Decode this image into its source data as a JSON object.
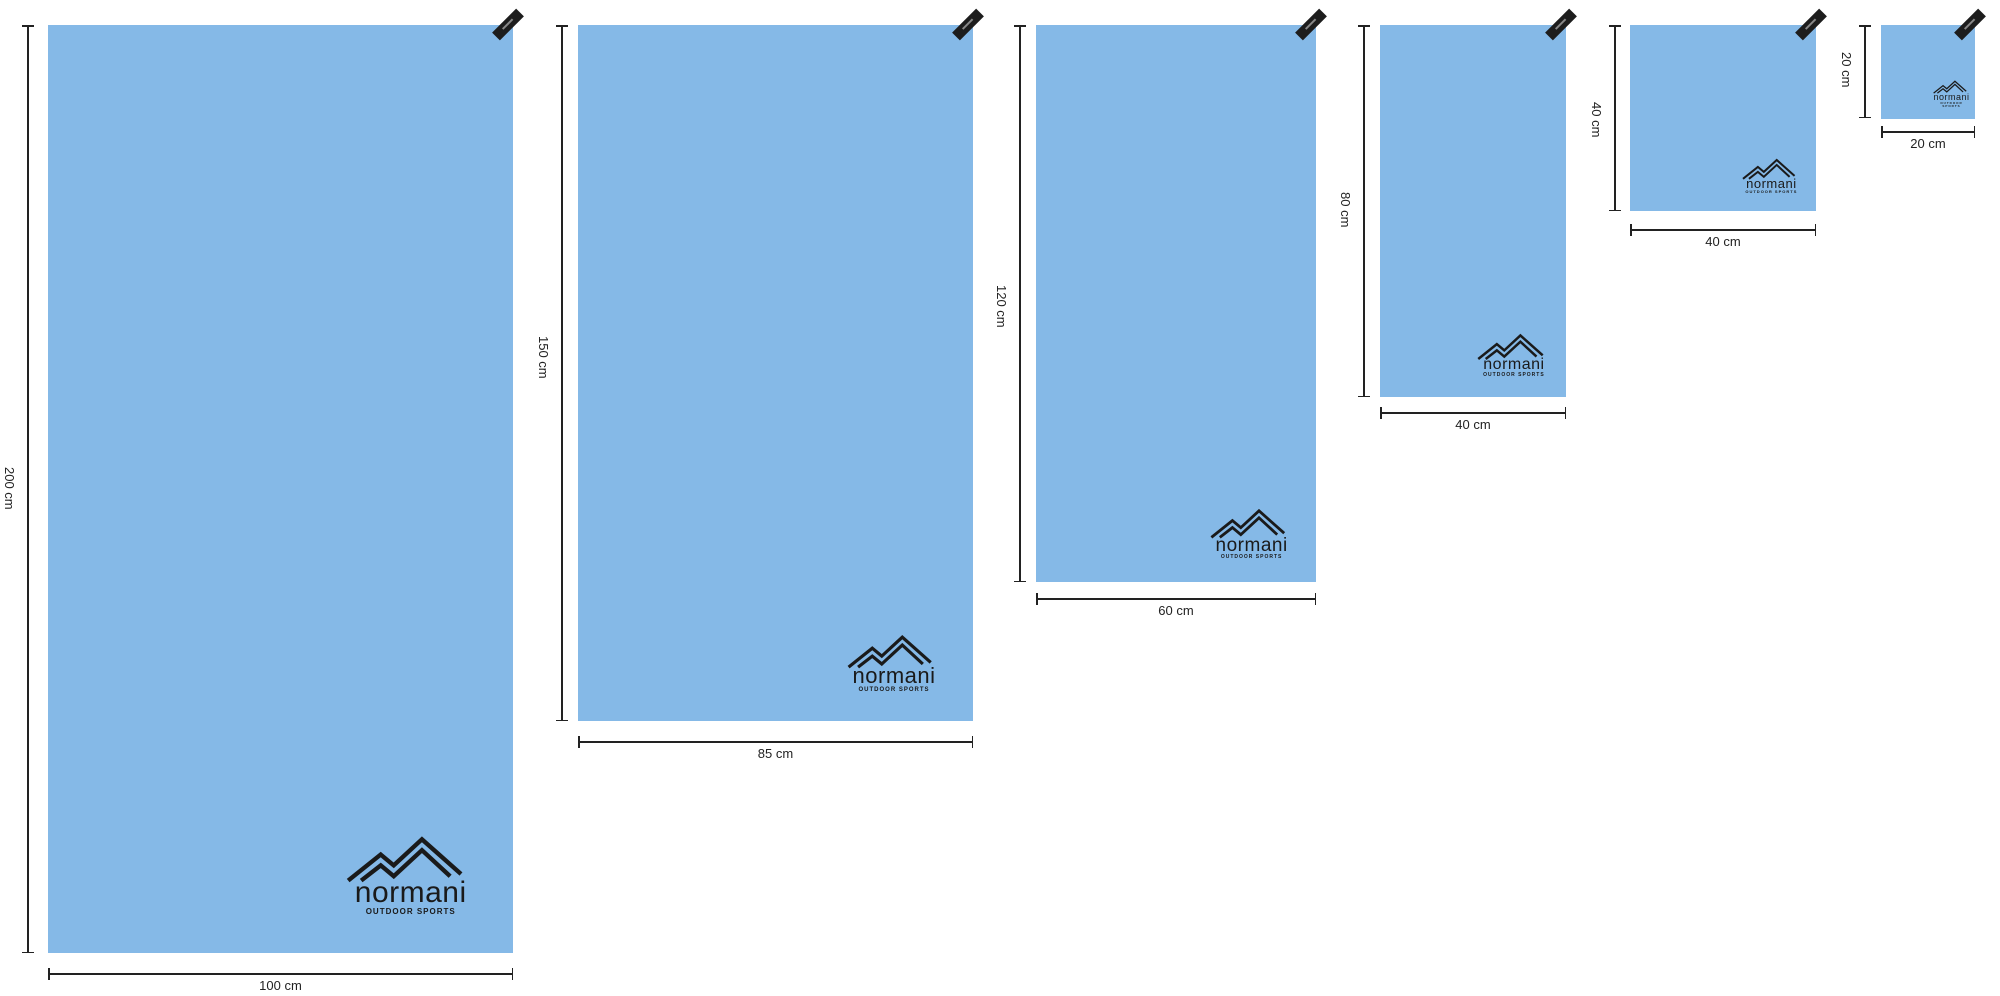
{
  "brand": {
    "name": "normani",
    "tagline": "OUTDOOR SPORTS",
    "logo_icon": "mountain-peaks-icon"
  },
  "colors": {
    "towel": "#85b9e7",
    "tag": "#1d1d1d",
    "dimension_line": "#222222",
    "logo": "#1a1a1a"
  },
  "towels": [
    {
      "id": "towel-200x100",
      "height_label": "200 cm",
      "width_label": "100 cm",
      "height_cm": 200,
      "width_cm": 100
    },
    {
      "id": "towel-150x85",
      "height_label": "150 cm",
      "width_label": "85 cm",
      "height_cm": 150,
      "width_cm": 85
    },
    {
      "id": "towel-120x60",
      "height_label": "120 cm",
      "width_label": "60 cm",
      "height_cm": 120,
      "width_cm": 60
    },
    {
      "id": "towel-80x40",
      "height_label": "80 cm",
      "width_label": "40 cm",
      "height_cm": 80,
      "width_cm": 40
    },
    {
      "id": "towel-40x40",
      "height_label": "40 cm",
      "width_label": "40 cm",
      "height_cm": 40,
      "width_cm": 40
    },
    {
      "id": "towel-20x20",
      "height_label": "20 cm",
      "width_label": "20 cm",
      "height_cm": 20,
      "width_cm": 20
    }
  ]
}
